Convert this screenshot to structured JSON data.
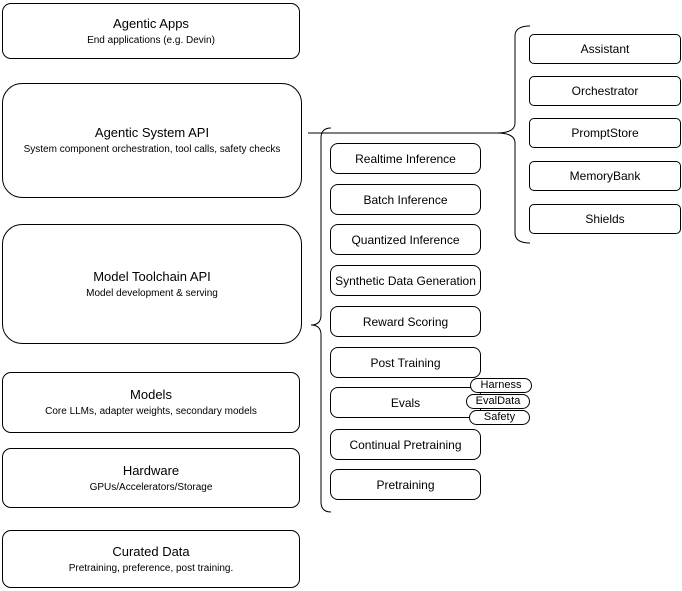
{
  "diagram": {
    "colors": {
      "stroke": "#000000",
      "fill": "#ffffff",
      "text": "#000000",
      "background": "#ffffff"
    },
    "left_stack": [
      {
        "title": "Agentic Apps",
        "subtitle": "End applications (e.g. Devin)"
      },
      {
        "title": "Agentic System API",
        "subtitle": "System component orchestration, tool calls, safety checks"
      },
      {
        "title": "Model Toolchain API",
        "subtitle": "Model development & serving"
      },
      {
        "title": "Models",
        "subtitle": "Core LLMs, adapter weights, secondary models"
      },
      {
        "title": "Hardware",
        "subtitle": "GPUs/Accelerators/Storage"
      },
      {
        "title": "Curated Data",
        "subtitle": "Pretraining, preference, post training."
      }
    ],
    "toolchain_items": [
      {
        "label": "Realtime Inference"
      },
      {
        "label": "Batch Inference"
      },
      {
        "label": "Quantized Inference"
      },
      {
        "label": "Synthetic Data Generation"
      },
      {
        "label": "Reward Scoring"
      },
      {
        "label": "Post Training"
      },
      {
        "label": "Evals"
      },
      {
        "label": "Continual Pretraining"
      },
      {
        "label": "Pretraining"
      }
    ],
    "evals_tags": [
      {
        "label": "Harness"
      },
      {
        "label": "EvalData"
      },
      {
        "label": "Safety"
      }
    ],
    "system_components": [
      {
        "label": "Assistant"
      },
      {
        "label": "Orchestrator"
      },
      {
        "label": "PromptStore"
      },
      {
        "label": "MemoryBank"
      },
      {
        "label": "Shields"
      }
    ]
  }
}
